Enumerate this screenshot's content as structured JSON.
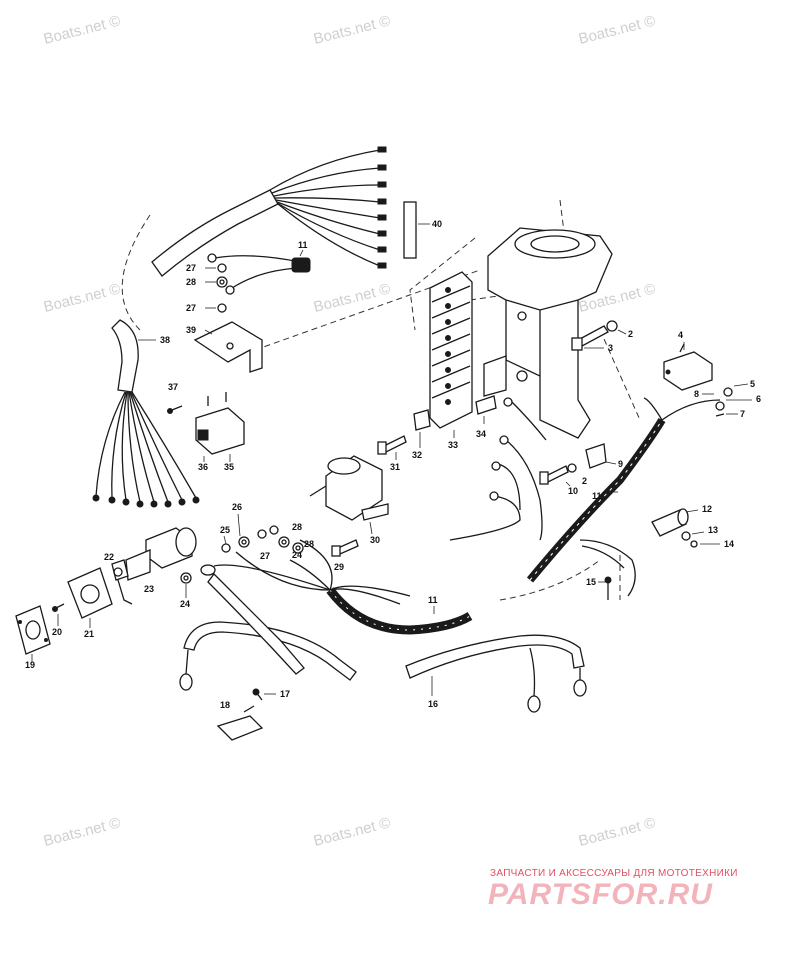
{
  "watermarks": [
    "Boats.net ©",
    "Boats.net ©",
    "Boats.net ©",
    "Boats.net ©",
    "Boats.net ©",
    "Boats.net ©",
    "Boats.net ©",
    "Boats.net ©",
    "Boats.net ©"
  ],
  "callouts": [
    "40",
    "11",
    "27",
    "28",
    "27",
    "39",
    "38",
    "37",
    "36",
    "35",
    "33",
    "34",
    "31",
    "32",
    "30",
    "26",
    "25",
    "27",
    "24",
    "28",
    "28",
    "24",
    "29",
    "22",
    "23",
    "24",
    "20",
    "21",
    "19",
    "18",
    "17",
    "16",
    "11",
    "4",
    "2",
    "3",
    "5",
    "6",
    "8",
    "7",
    "9",
    "10",
    "2",
    "11",
    "12",
    "13",
    "14",
    "15"
  ],
  "brand": {
    "tagline": "ЗАПЧАСТИ И АКСЕССУАРЫ ДЛЯ МОТОТЕХНИКИ",
    "name": "PARTSFOR.RU"
  }
}
